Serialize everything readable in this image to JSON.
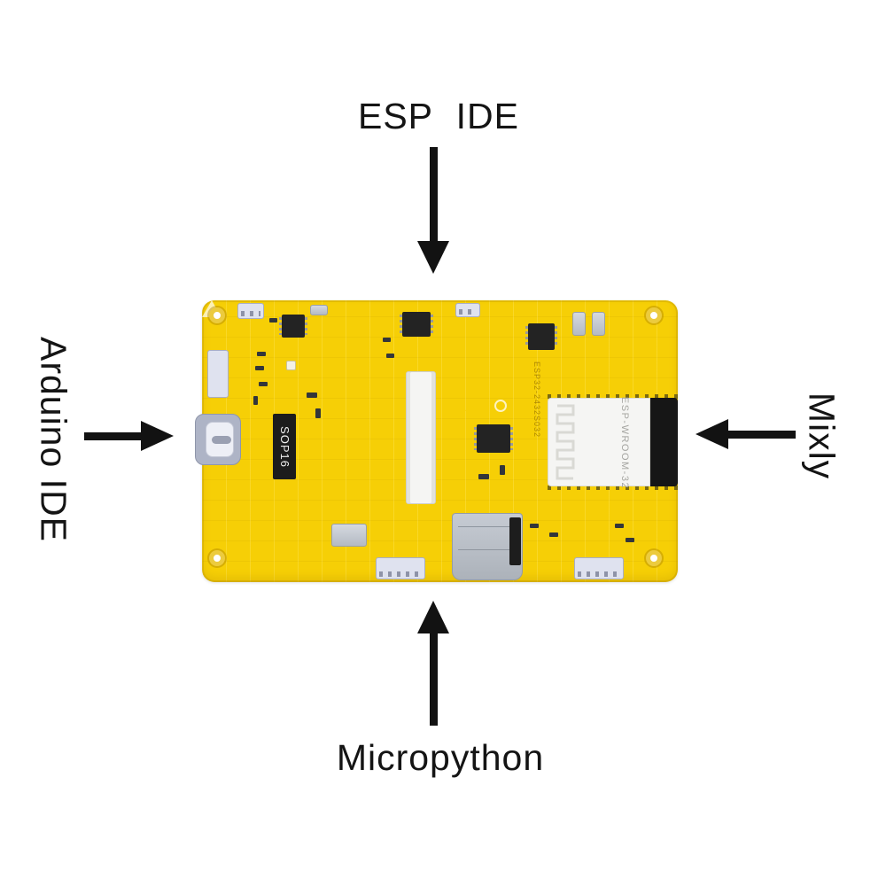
{
  "labels": {
    "top": "ESP IDE",
    "left": "Arduino IDE",
    "right": "Mixly",
    "bottom": "Micropython"
  },
  "board": {
    "module_text": "ESP-WROOM-32",
    "sop16_text": "SOP16",
    "silkscreen_marking": "ESP32-2432S032",
    "colors": {
      "pcb": "#F6CF06",
      "pcb_edge": "#D9B200",
      "module": "#F5F5F3",
      "shield": "#161616",
      "connector": "#DFE2EF",
      "chip": "#232323",
      "metal": "#C2C7CF"
    }
  },
  "arrows": {
    "color": "#121212"
  }
}
